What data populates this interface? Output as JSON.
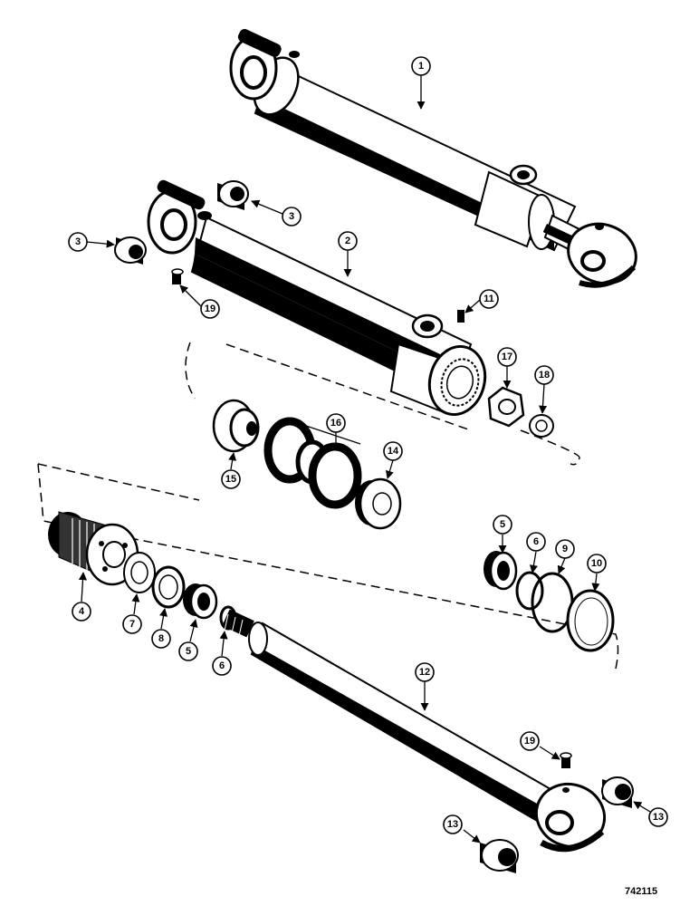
{
  "drawing_number": "742115",
  "callouts": [
    {
      "label": "1"
    },
    {
      "label": "2"
    },
    {
      "label": "3"
    },
    {
      "label": "3"
    },
    {
      "label": "19"
    },
    {
      "label": "11"
    },
    {
      "label": "17"
    },
    {
      "label": "18"
    },
    {
      "label": "16"
    },
    {
      "label": "15"
    },
    {
      "label": "14"
    },
    {
      "label": "4"
    },
    {
      "label": "7"
    },
    {
      "label": "8"
    },
    {
      "label": "5"
    },
    {
      "label": "6"
    },
    {
      "label": "5"
    },
    {
      "label": "6"
    },
    {
      "label": "9"
    },
    {
      "label": "10"
    },
    {
      "label": "12"
    },
    {
      "label": "19"
    },
    {
      "label": "13"
    },
    {
      "label": "13"
    }
  ]
}
